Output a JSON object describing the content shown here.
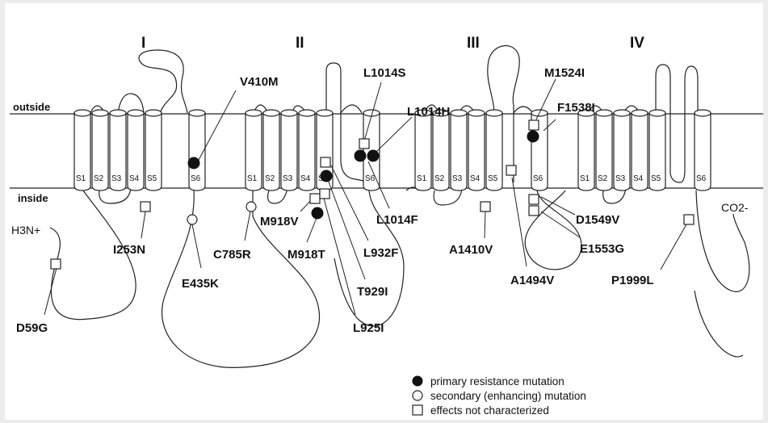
{
  "domains": [
    "I",
    "II",
    "III",
    "IV"
  ],
  "membrane": {
    "outside_label": "outside",
    "inside_label": "inside"
  },
  "segments": [
    "S1",
    "S2",
    "S3",
    "S4",
    "S5",
    "S6"
  ],
  "termini": {
    "n_terminus": "H3N+",
    "c_terminus": "CO2-"
  },
  "mutations": [
    {
      "label": "D59G",
      "type": "effects not characterized"
    },
    {
      "label": "I253N",
      "type": "effects not characterized"
    },
    {
      "label": "V410M",
      "type": "primary resistance mutation"
    },
    {
      "label": "E435K",
      "type": "secondary (enhancing) mutation"
    },
    {
      "label": "C785R",
      "type": "secondary (enhancing) mutation"
    },
    {
      "label": "M918V",
      "type": "effects not characterized"
    },
    {
      "label": "M918T",
      "type": "primary resistance mutation"
    },
    {
      "label": "L925I",
      "type": "primary resistance mutation"
    },
    {
      "label": "T929I",
      "type": "primary resistance mutation"
    },
    {
      "label": "L932F",
      "type": "effects not characterized"
    },
    {
      "label": "L1014S",
      "type": "effects not characterized"
    },
    {
      "label": "L1014H",
      "type": "primary resistance mutation"
    },
    {
      "label": "L1014F",
      "type": "primary resistance mutation"
    },
    {
      "label": "A1410V",
      "type": "effects not characterized"
    },
    {
      "label": "A1494V",
      "type": "effects not characterized"
    },
    {
      "label": "M1524I",
      "type": "effects not characterized"
    },
    {
      "label": "F1538I",
      "type": "primary resistance mutation"
    },
    {
      "label": "D1549V",
      "type": "effects not characterized"
    },
    {
      "label": "E1553G",
      "type": "effects not characterized"
    },
    {
      "label": "P1999L",
      "type": "effects not characterized"
    }
  ],
  "legend": [
    {
      "symbol": "filled-circle",
      "label": "primary resistance mutation"
    },
    {
      "symbol": "open-circle",
      "label": "secondary (enhancing) mutation"
    },
    {
      "symbol": "open-square",
      "label": "effects not characterized"
    }
  ]
}
